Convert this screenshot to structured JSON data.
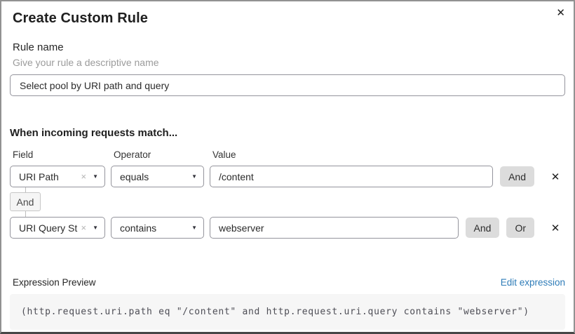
{
  "dialog": {
    "title": "Create Custom Rule",
    "close_icon": "✕"
  },
  "rule_name": {
    "label": "Rule name",
    "hint": "Give your rule a descriptive name",
    "value": "Select pool by URI path and query"
  },
  "match": {
    "heading": "When incoming requests match...",
    "columns": {
      "field": "Field",
      "operator": "Operator",
      "value": "Value"
    },
    "connector_label": "And",
    "rows": [
      {
        "field": "URI Path",
        "clear_icon": "×",
        "caret_icon": "▼",
        "operator": "equals",
        "value": "/content",
        "and_label": "And",
        "delete_icon": "✕"
      },
      {
        "field": "URI Query St...",
        "clear_icon": "×",
        "caret_icon": "▼",
        "operator": "contains",
        "value": "webserver",
        "and_label": "And",
        "or_label": "Or",
        "delete_icon": "✕"
      }
    ]
  },
  "preview": {
    "label": "Expression Preview",
    "edit_link": "Edit expression",
    "expression": "(http.request.uri.path eq \"/content\" and http.request.uri.query contains \"webserver\")"
  },
  "colors": {
    "link_blue": "#2e7cb8",
    "button_gray": "#dcdcdc",
    "code_background": "#f6f6f6"
  }
}
